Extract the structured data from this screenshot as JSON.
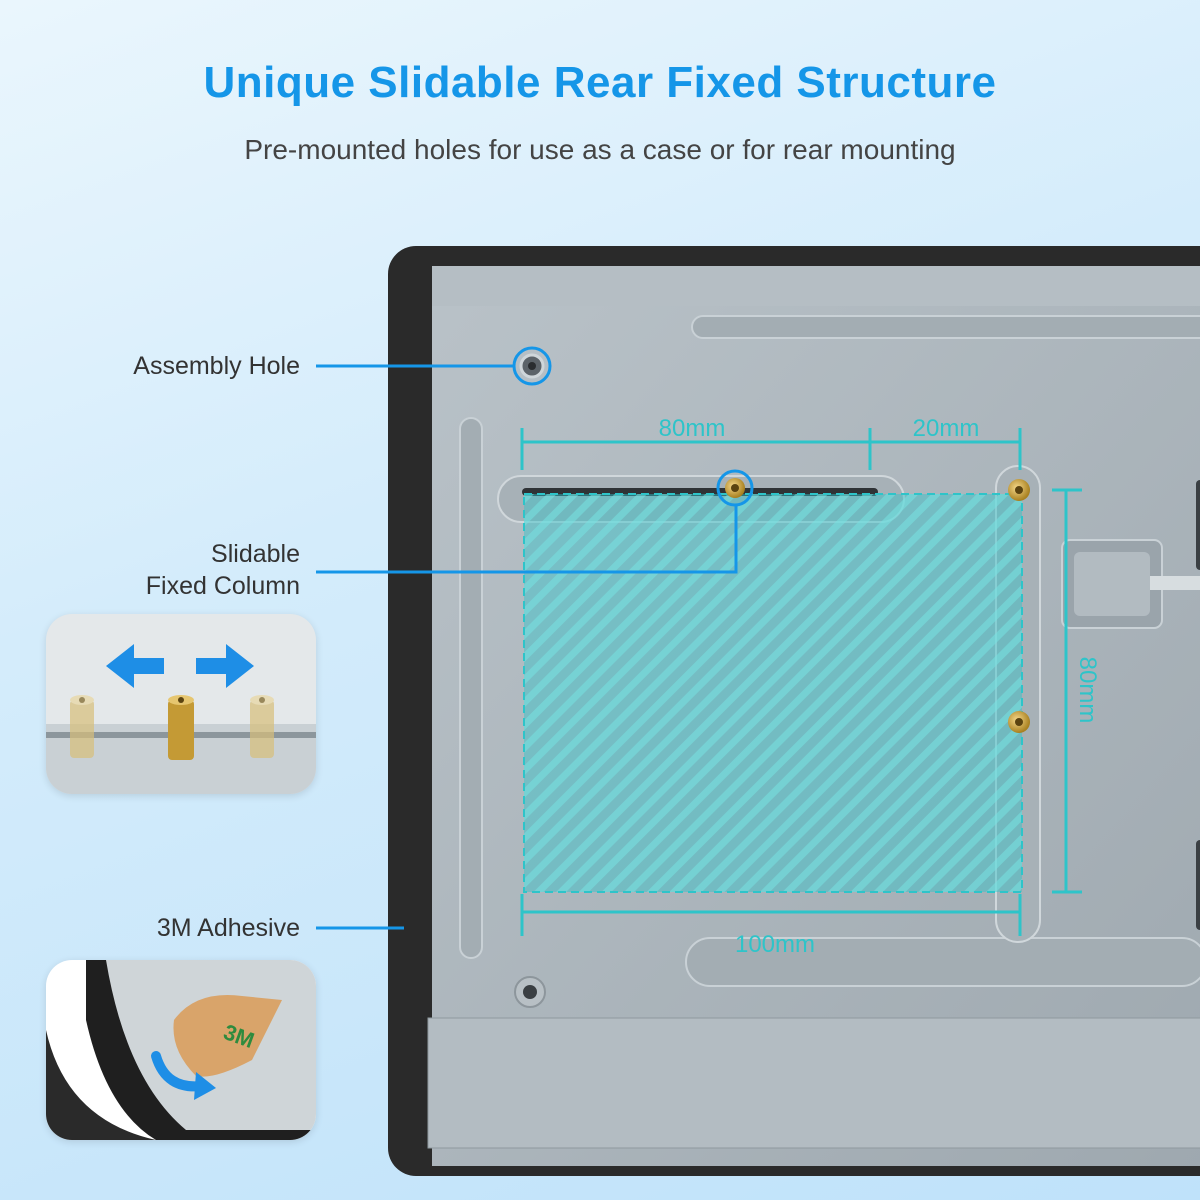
{
  "header": {
    "title": "Unique Slidable Rear Fixed Structure",
    "subtitle": "Pre-mounted holes for use as a case or for rear mounting"
  },
  "callouts": {
    "assembly_hole": "Assembly Hole",
    "slidable_line1": "Slidable",
    "slidable_line2": "Fixed Column",
    "adhesive": "3M Adhesive"
  },
  "dimensions": {
    "top_left": "80mm",
    "top_right": "20mm",
    "right_vertical": "80mm",
    "bottom": "100mm"
  },
  "adhesive_tape_text": "3M",
  "colors": {
    "accent": "#1596e8",
    "dimension": "#2ec4c9",
    "panel": "#a9b3ba",
    "frame": "#2b2b2b"
  }
}
